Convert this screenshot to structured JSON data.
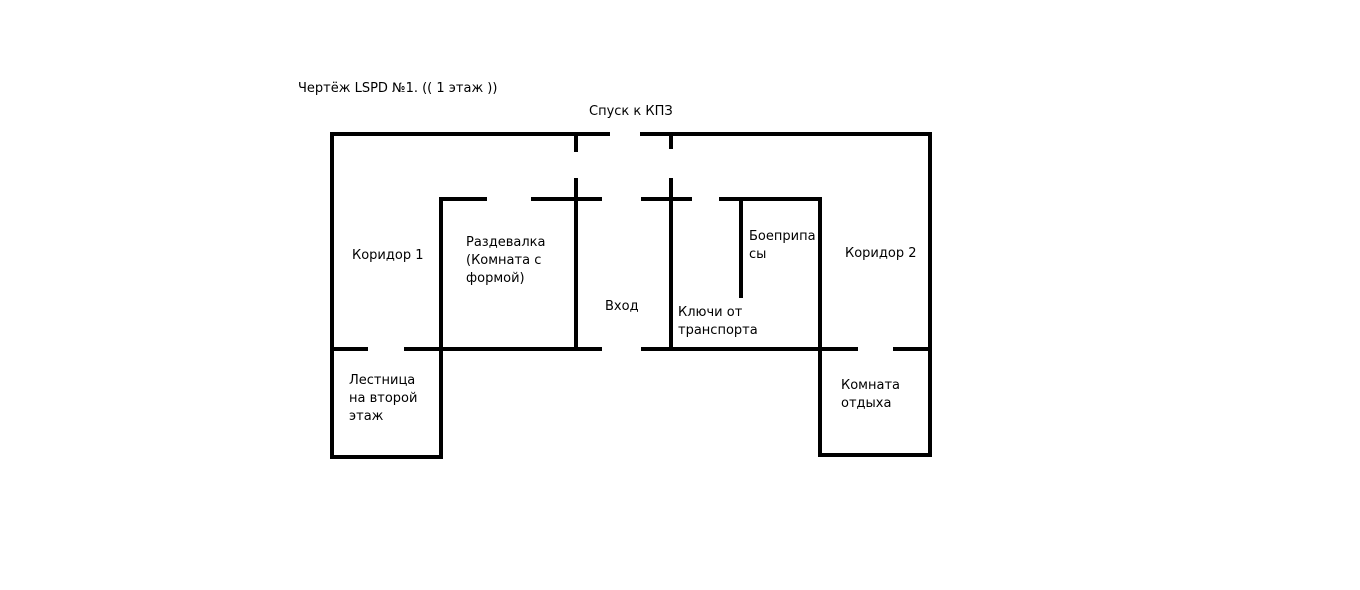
{
  "title": "Чертёж LSPD №1. (( 1 этаж ))",
  "line_color": "#000000",
  "rooms": {
    "stairs_to_kpz": [
      "Спуск к КПЗ"
    ],
    "corridor_1": [
      "Коридор 1"
    ],
    "changing_room": [
      "Раздевалка",
      "(Комната с",
      "формой)"
    ],
    "entrance": [
      "Вход"
    ],
    "ammunition": [
      "Боеприпа",
      "сы"
    ],
    "corridor_2": [
      "Коридор 2"
    ],
    "vehicle_keys": [
      "Ключи от",
      "транспорта"
    ],
    "stairs_second_floor": [
      "Лестница",
      "на второй",
      "этаж"
    ],
    "rest_room": [
      "Комната",
      "отдыха"
    ]
  }
}
